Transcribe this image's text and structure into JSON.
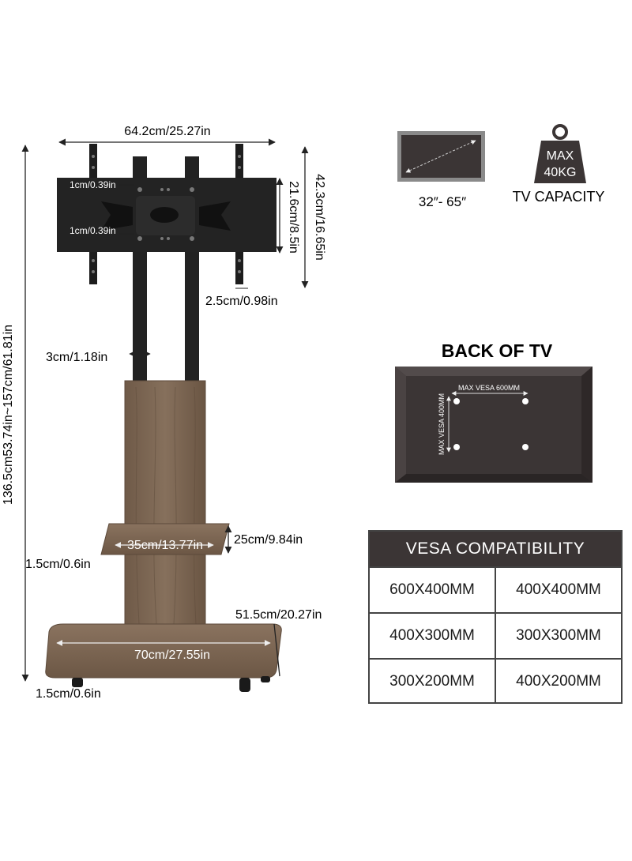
{
  "stand": {
    "dim_width": "64.2cm/25.27in",
    "dim_bracket_height": "42.3cm/16.65in",
    "dim_bracket_inner": "21.6cm/8.5in",
    "dim_top_gap": "1cm/0.39in",
    "dim_mid_gap": "1cm/0.39in",
    "dim_arm": "2.5cm/0.98in",
    "dim_pole": "3cm/1.18in",
    "dim_total_height": "136.5cm53.74in~157cm/61.81in",
    "dim_shelf_width": "35cm/13.77in",
    "dim_shelf_depth": "25cm/9.84in",
    "dim_shelf_thickness": "1.5cm/0.6in",
    "dim_base_depth": "51.5cm/20.27in",
    "dim_base_width": "70cm/27.55in",
    "dim_base_thickness": "1.5cm/0.6in"
  },
  "capacity": {
    "screen_range": "32″- 65″",
    "weight_line1": "MAX",
    "weight_line2": "40KG",
    "weight_label": "TV CAPACITY"
  },
  "back_of_tv": {
    "title": "BACK OF TV",
    "vesa_h": "MAX VESA 600MM",
    "vesa_v": "MAX VESA 400MM"
  },
  "vesa_table": {
    "header": "VESA COMPATIBILITY",
    "rows": [
      [
        "600X400MM",
        "400X400MM"
      ],
      [
        "400X300MM",
        "300X300MM"
      ],
      [
        "300X200MM",
        "400X200MM"
      ]
    ]
  }
}
